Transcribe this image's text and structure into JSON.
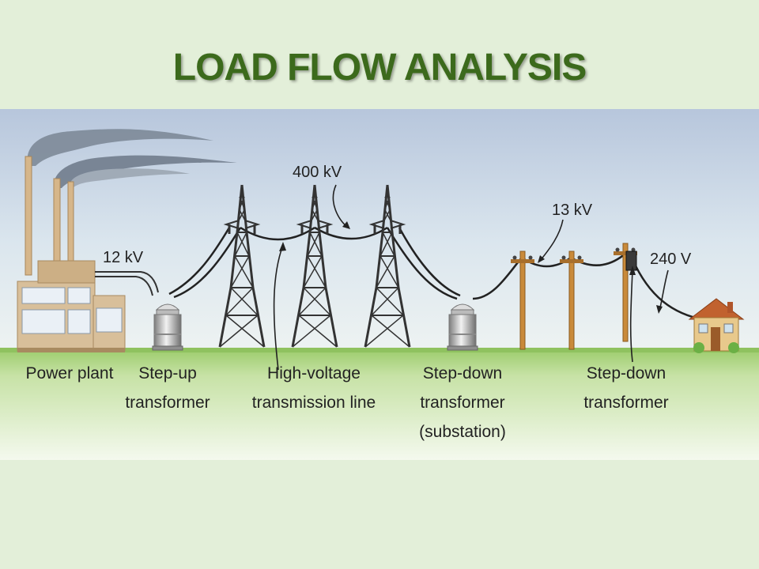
{
  "slide": {
    "title": "LOAD FLOW ANALYSIS"
  },
  "diagram": {
    "voltage_labels": {
      "plant": "12 kV",
      "transmission": "400 kV",
      "distribution": "13 kV",
      "service": "240 V"
    },
    "captions": {
      "power_plant": "Power plant",
      "step_up": [
        "Step-up",
        "transformer"
      ],
      "transmission_line": [
        "High-voltage",
        "transmission line"
      ],
      "substation": [
        "Step-down",
        "transformer",
        "(substation)"
      ],
      "step_down": [
        "Step-down",
        "transformer"
      ]
    },
    "colors": {
      "title": "#3c6a1c",
      "sky_top": "#b9c8dd",
      "ground": "#9ccc6c",
      "tower": "#333333",
      "pole": "#c98a3a"
    }
  }
}
